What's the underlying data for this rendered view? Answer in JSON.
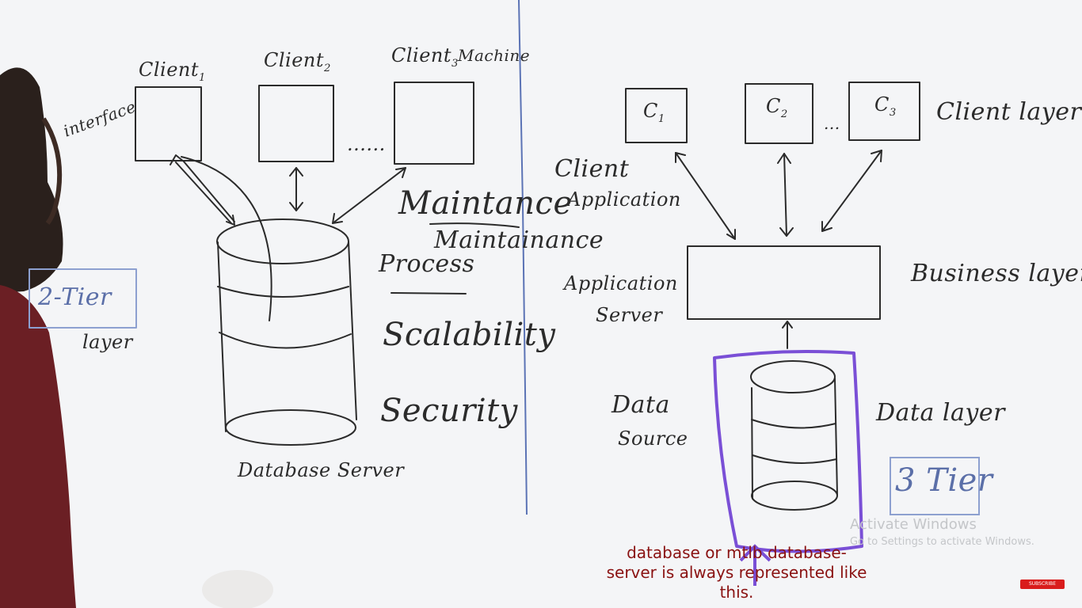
{
  "left": {
    "clients": [
      "Client",
      "Client",
      "Client"
    ],
    "client_subscripts": [
      "1",
      "2",
      "3"
    ],
    "machine": "Machine",
    "interface": "interface",
    "dots": "......",
    "maintance": "Maintance",
    "maintainance": "Maintainance",
    "process": "Process",
    "scalability": "Scalability",
    "security": "Security",
    "database_server": "Database Server",
    "tier_box": "2-Tier",
    "tier_layer": "layer"
  },
  "right": {
    "clients": [
      "C",
      "C",
      "C"
    ],
    "client_subscripts": [
      "1",
      "2",
      "3"
    ],
    "dots": "...",
    "client_layer": "Client layer",
    "client_application_1": "Client",
    "client_application_2": "Application",
    "application_server_1": "Application",
    "application_server_2": "Server",
    "business_layer": "Business layer",
    "data_source_1": "Data",
    "data_source_2": "Source",
    "data_layer": "Data layer",
    "tier_box": "3 Tier"
  },
  "overlay": {
    "activate_title": "Activate Windows",
    "activate_sub": "Go to Settings to activate Windows.",
    "caption": "database or mtlb database-server is always represented like this.",
    "subscribe": "SUBSCRIBE"
  },
  "colors": {
    "ink": "#2b2b2b",
    "highlight": "#7a4fd6",
    "divider": "#5b73b5",
    "caption": "#8a1212",
    "tier_box": "#8da0d0"
  }
}
